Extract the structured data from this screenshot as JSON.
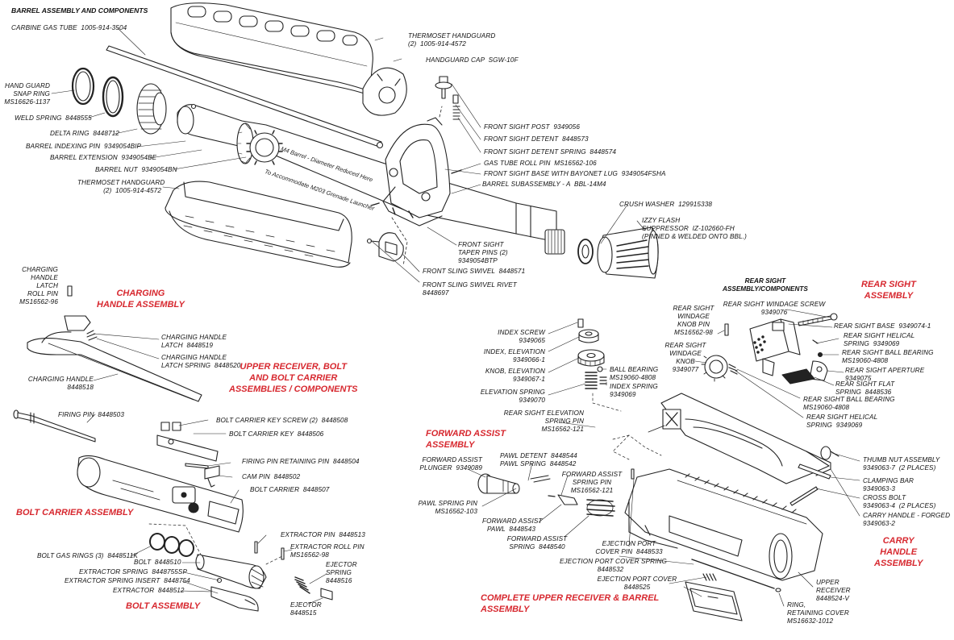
{
  "title": "BARREL ASSEMBLY AND COMPONENTS",
  "sections": {
    "charging_handle": "CHARGING\nHANDLE ASSEMBLY",
    "upper_receiver_bolt": "UPPER RECEIVER, BOLT\nAND BOLT CARRIER\nASSEMBLIES / COMPONENTS",
    "bolt_carrier": "BOLT CARRIER ASSEMBLY",
    "bolt": "BOLT ASSEMBLY",
    "forward_assist": "FORWARD ASSIST\nASSEMBLY",
    "complete_upper": "COMPLETE UPPER RECEIVER & BARREL\nASSEMBLY",
    "rear_sight": "REAR SIGHT\nASSEMBLY",
    "carry_handle": "CARRY\nHANDLE\nASSEMBLY",
    "rear_sight_sub": "REAR SIGHT\nASSEMBLY/COMPONENTS"
  },
  "barrel_text": {
    "line1": "M4 Barrel - Diameter Reduced Here",
    "line2": "To Accommodate M203 Grenade Launcher"
  },
  "labels": {
    "carbine_gas_tube": "CARBINE GAS TUBE  1005-914-3504",
    "handguard_snap_ring": "HAND GUARD\nSNAP RING\nMS16626-1137",
    "weld_spring": "WELD SPRING  8448555",
    "delta_ring": "DELTA RING  8448712",
    "barrel_indexing_pin": "BARREL INDEXING PIN  9349054BIP",
    "barrel_extension": "BARREL EXTENSION  9349054BE",
    "barrel_nut": "BARREL NUT  9349054BN",
    "thermoset_handguard_lower": "THERMOSET HANDGUARD\n(2)  1005-914-4572",
    "thermoset_handguard_upper": "THERMOSET HANDGUARD\n(2)  1005-914-4572",
    "handguard_cap": "HANDGUARD CAP  SGW-10F",
    "front_sight_post": "FRONT SIGHT POST  9349056",
    "front_sight_detent": "FRONT SIGHT DETENT  8448573",
    "front_sight_detent_spring": "FRONT SIGHT DETENT SPRING  8448574",
    "gas_tube_roll_pin": "GAS TUBE ROLL PIN  MS16562-106",
    "front_sight_base": "FRONT SIGHT BASE WITH BAYONET LUG  9349054FSHA",
    "barrel_subassembly": "BARREL SUBASSEMBLY - A  BBL-14M4",
    "crush_washer": "CRUSH WASHER  129915338",
    "izzy_flash": "IZZY FLASH\nSUPPRESSOR  IZ-102660-FH\n(PINNED & WELDED ONTO BBL.)",
    "front_sight_taper_pins": "FRONT SIGHT\nTAPER PINS (2)\n9349054BTP",
    "front_sling_swivel": "FRONT SLING SWIVEL  8448571",
    "front_sling_swivel_rivet": "FRONT SLING SWIVEL RIVET\n8448697",
    "charging_handle_latch_roll_pin": "CHARGING\nHANDLE\nLATCH\nROLL PIN\nMS16562-96",
    "charging_handle_latch": "CHARGING HANDLE\nLATCH  8448519",
    "charging_handle_latch_spring": "CHARGING HANDLE\nLATCH SPRING  8448520",
    "charging_handle": "CHARGING HANDLE\n8448518",
    "firing_pin": "FIRING PIN  8448503",
    "bolt_carrier_key_screw": "BOLT CARRIER KEY SCREW (2)  8448508",
    "bolt_carrier_key": "BOLT CARRIER KEY  8448506",
    "firing_pin_retaining_pin": "FIRING PIN RETAINING PIN  8448504",
    "cam_pin": "CAM PIN  8448502",
    "bolt_carrier": "BOLT CARRIER  8448507",
    "extractor_pin": "EXTRACTOR PIN  8448513",
    "extractor_roll_pin": "EXTRACTOR ROLL PIN\nMS16562-98",
    "bolt_gas_rings": "BOLT GAS RINGS (3)  8448511K",
    "bolt": "BOLT  8448510",
    "extractor_spring": "EXTRACTOR SPRING  8448755SP",
    "extractor_spring_insert": "EXTRACTOR SPRING INSERT  8448754",
    "extractor": "EXTRACTOR  8448512",
    "ejector_spring": "EJECTOR\nSPRING\n8448516",
    "ejector": "EJECTOR\n8448515",
    "index_screw": "INDEX SCREW\n9349065",
    "index_elevation": "INDEX, ELEVATION\n9349066-1",
    "knob_elevation": "KNOB, ELEVATION\n9349067-1",
    "elevation_spring": "ELEVATION SPRING\n9349070",
    "ball_bearing_elev": "BALL BEARING\nMS19060-4808",
    "index_spring": "INDEX SPRING\n9349069",
    "rear_sight_elevation_spring_pin": "REAR SIGHT ELEVATION\nSPRING PIN\nMS16562-121",
    "rear_sight_windage_knob_pin": "REAR SIGHT\nWINDAGE\nKNOB PIN\nMS16562-98",
    "rear_sight_windage_knob": "REAR SIGHT\nWINDAGE\nKNOB\n9349077",
    "rear_sight_windage_screw": "REAR SIGHT WINDAGE SCREW\n9349076",
    "rear_sight_base": "REAR SIGHT BASE  9349074-1",
    "rear_sight_helical_spring_top": "REAR SIGHT HELICAL\nSPRING  9349069",
    "rear_sight_ball_bearing_top": "REAR SIGHT BALL BEARING\nMS19060-4808",
    "rear_sight_aperture": "REAR SIGHT APERTURE\n9349075",
    "rear_sight_flat_spring": "REAR SIGHT FLAT\nSPRING  8448536",
    "rear_sight_ball_bearing_low": "REAR SIGHT BALL BEARING\nMS19060-4808",
    "rear_sight_helical_spring_low": "REAR SIGHT HELICAL\nSPRING  9349069",
    "forward_assist_plunger": "FORWARD ASSIST\nPLUNGER  9349089",
    "pawl_detent": "PAWL DETENT  8448544",
    "pawl_spring": "PAWL SPRING  8448542",
    "forward_assist_spring_pin": "FORWARD ASSIST\nSPRING PIN\nMS16562-121",
    "pawl_spring_pin": "PAWL SPRING PIN\nMS16562-103",
    "forward_assist_pawl": "FORWARD ASSIST\nPAWL  8448543",
    "forward_assist_spring": "FORWARD ASSIST\nSPRING  8448540",
    "ejection_port_cover_pin": "EJECTION PORT\nCOVER PIN  8448533",
    "ejection_port_cover_spring": "EJECTION PORT COVER SPRING\n8448532",
    "ejection_port_cover": "EJECTION PORT COVER\n8448525",
    "thumb_nut": "THUMB NUT ASSEMBLY\n9349063-7  (2 PLACES)",
    "clamping_bar": "CLAMPING BAR\n9349063-3",
    "cross_bolt": "CROSS BOLT\n9349063-4  (2 PLACES)",
    "carry_handle_forged": "CARRY HANDLE - FORGED\n9349063-2",
    "upper_receiver": "UPPER\nRECEIVER\n8448524-V",
    "ring_retaining_cover": "RING,\nRETAINING COVER\nMS16632-1012"
  },
  "colors": {
    "heading_red": "#d7282f",
    "line": "#222222"
  },
  "icons": [
    "gas-tube",
    "handguard",
    "snap-ring",
    "weld-spring",
    "delta-ring",
    "barrel",
    "front-sight-base",
    "flash-suppressor",
    "charging-handle",
    "bolt-carrier",
    "bolt",
    "rear-sight",
    "forward-assist",
    "upper-receiver",
    "carry-handle",
    "ejection-port-cover"
  ]
}
